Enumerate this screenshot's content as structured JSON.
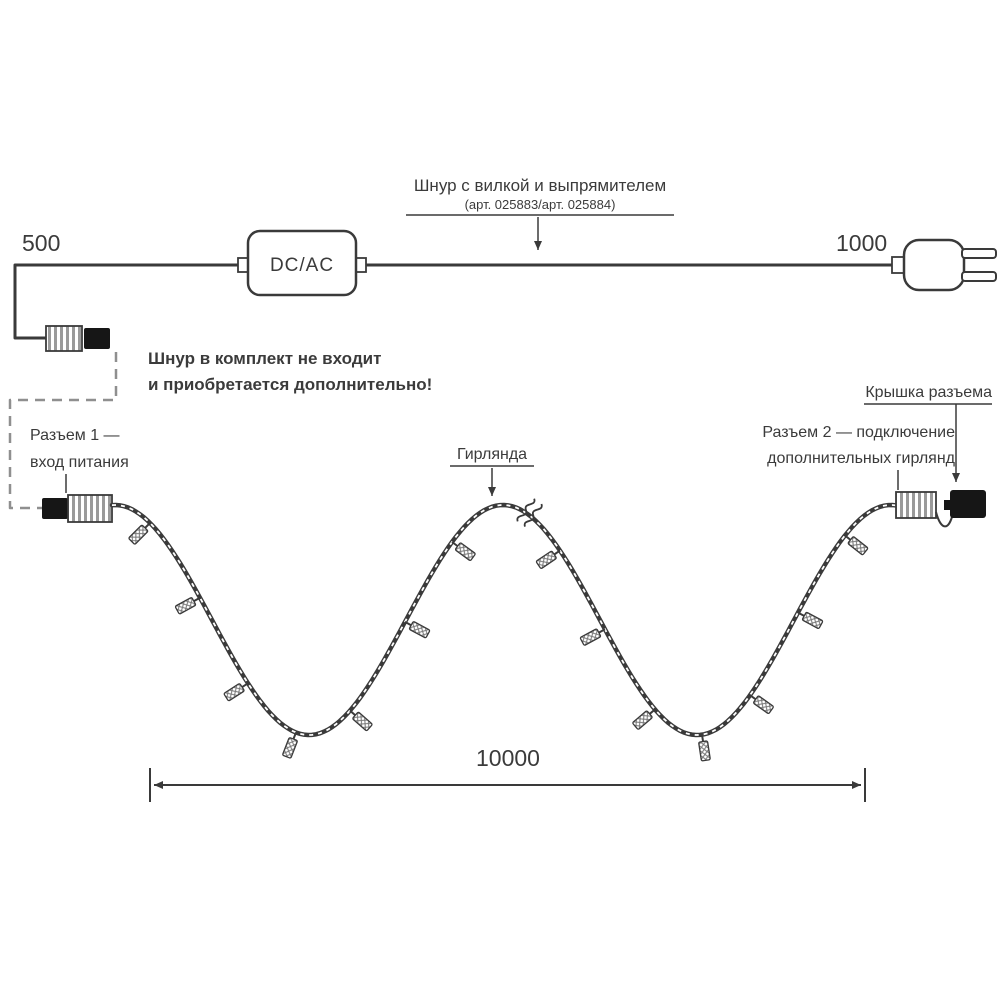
{
  "labels": {
    "cord_title": "Шнур с вилкой и выпрямителем",
    "cord_subtitle": "(арт. 025883/арт. 025884)",
    "left_length": "500",
    "right_length": "1000",
    "converter": "DC/AC",
    "note1": "Шнур в комплект не входит",
    "note2": "и приобретается дополнительно!",
    "conn1_l1": "Разъем 1 —",
    "conn1_l2": "вход питания",
    "garland": "Гирлянда",
    "conn2_l1": "Разъем 2 — подключение",
    "conn2_l2": "дополнительных гирлянд",
    "cap": "Крышка разъема",
    "total_length": "10000"
  },
  "colors": {
    "line": "#3a3a3a",
    "dark_part": "#161616",
    "dashed": "#8f8f8f",
    "text": "#3b3b3b"
  }
}
